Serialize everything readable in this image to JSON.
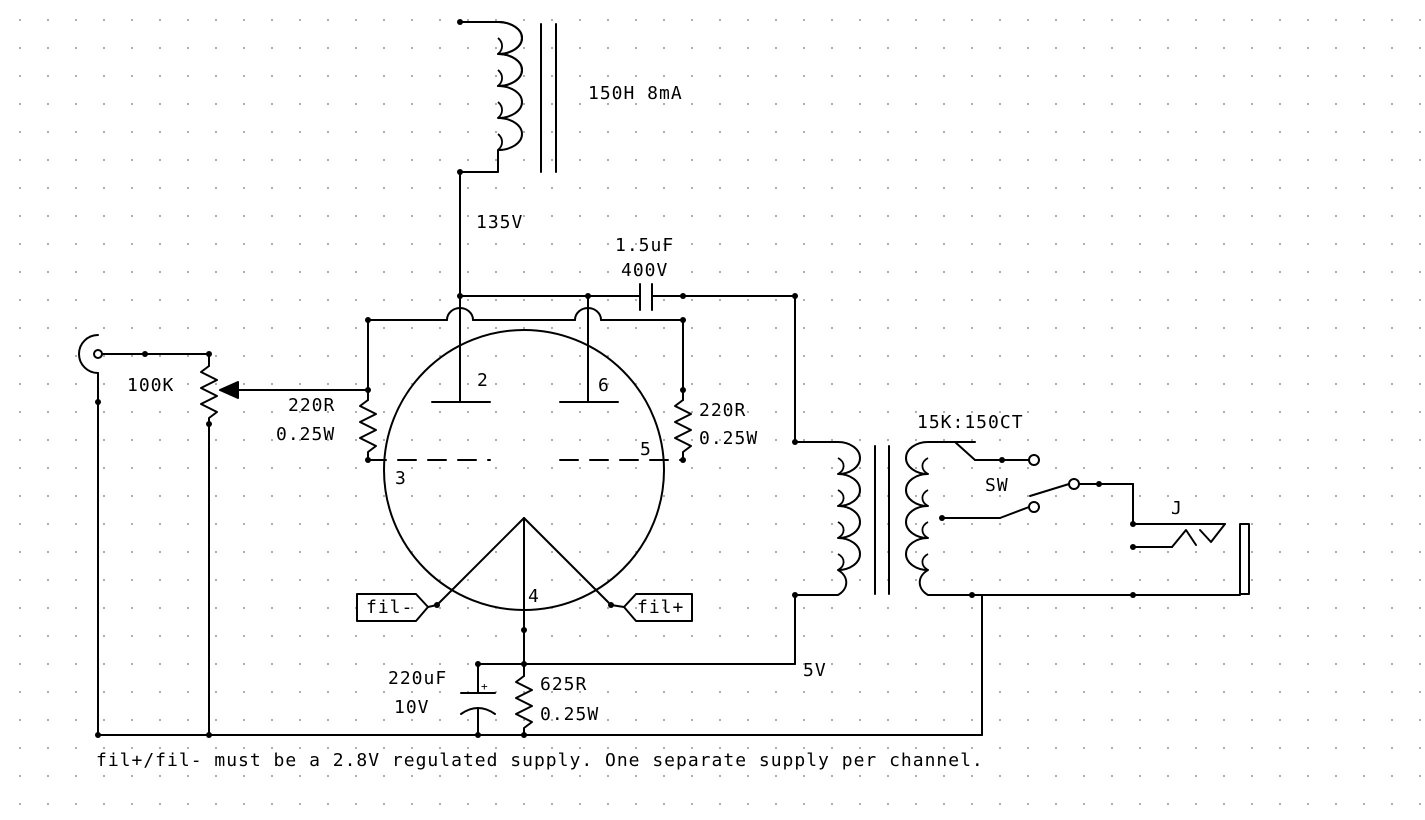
{
  "labels": {
    "choke": "150H 8mA",
    "plate_voltage": "135V",
    "cap_value": "1.5uF",
    "cap_voltage": "400V",
    "pot": "100K",
    "r_left_value": "220R",
    "r_left_power": "0.25W",
    "r_right_value": "220R",
    "r_right_power": "0.25W",
    "pin2": "2",
    "pin6": "6",
    "pin3": "3",
    "pin5": "5",
    "pin4": "4",
    "fil_minus": "fil-",
    "fil_plus": "fil+",
    "transformer": "15K:150CT",
    "switch": "SW",
    "jack": "J",
    "supply_5v": "5V",
    "cathode_cap_value": "220uF",
    "cathode_cap_voltage": "10V",
    "cathode_r_value": "625R",
    "cathode_r_power": "0.25W",
    "cap_plus": "+",
    "note": "fil+/fil- must be a 2.8V regulated supply.  One separate supply per channel."
  }
}
